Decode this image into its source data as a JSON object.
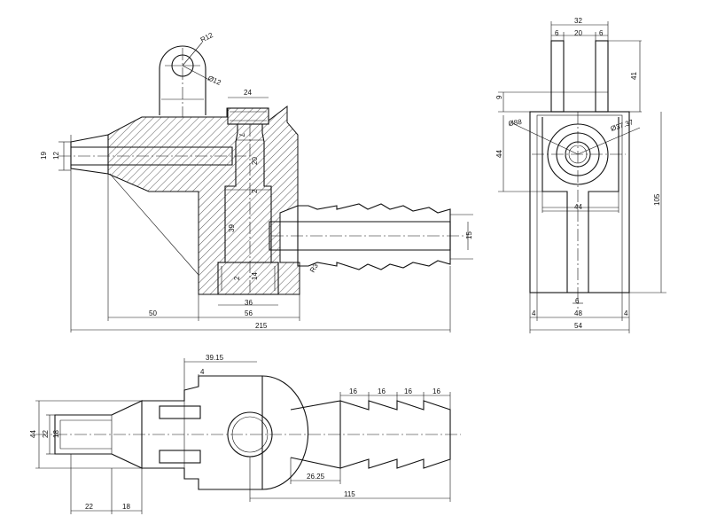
{
  "dimensions": {
    "front": {
      "r12": "R12",
      "dia12": "Ø12",
      "w24": "24",
      "h7": "7",
      "h20": "20",
      "h2a": "2",
      "h39": "39",
      "h2b": "2",
      "h14": "14",
      "w36": "36",
      "d19": "19",
      "d12": "12",
      "d15": "15",
      "r3": "R3",
      "w50": "50",
      "w56": "56",
      "w215": "215"
    },
    "side": {
      "w32": "32",
      "w6a": "6",
      "w20": "20",
      "w6b": "6",
      "h41": "41",
      "h9": "9",
      "dia88": "Ø88",
      "dia37": "Ø37.37",
      "h44": "44",
      "w44": "44",
      "h105": "105",
      "w6c": "6",
      "w4a": "4",
      "w48": "48",
      "w4b": "4",
      "w54": "54"
    },
    "top": {
      "w39": "39.15",
      "w4": "4",
      "b16a": "16",
      "b16b": "16",
      "b16c": "16",
      "b16d": "16",
      "h44": "44",
      "h22": "22",
      "h18": "18",
      "w2625": "26.25",
      "w22": "22",
      "w18": "18",
      "w115": "115"
    }
  }
}
